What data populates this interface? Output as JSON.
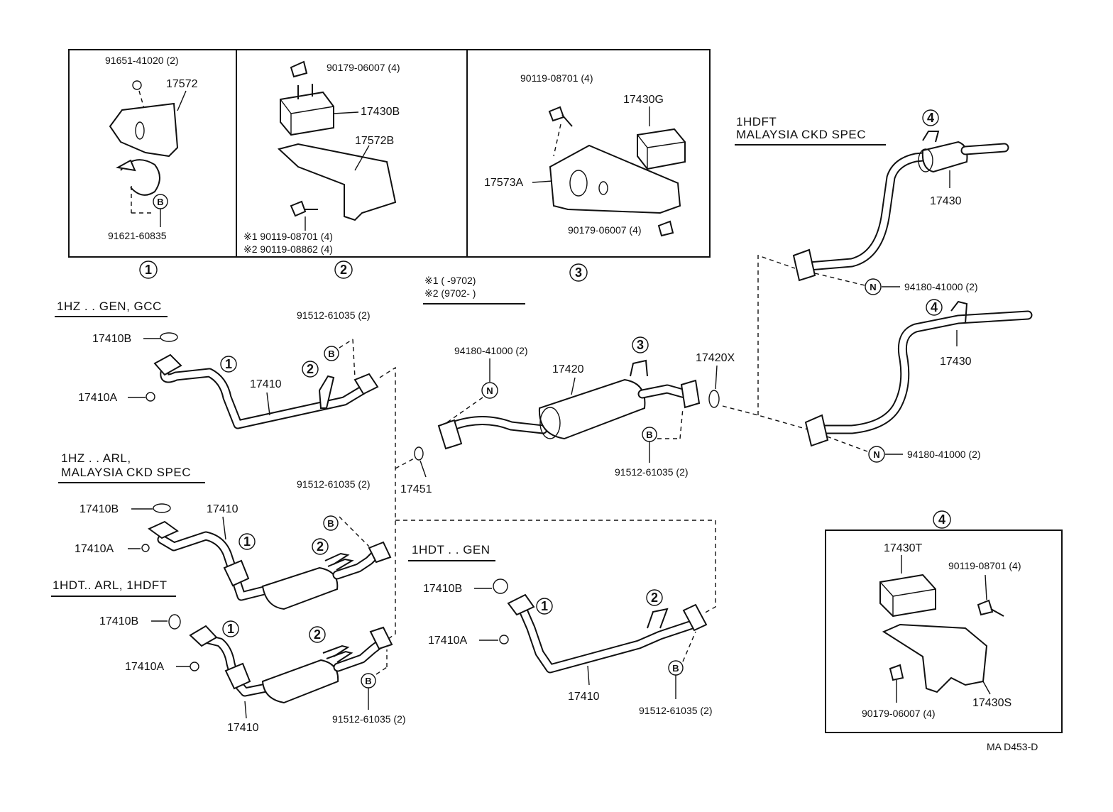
{
  "boxes": {
    "b1": {
      "num": "①",
      "part_a": "91651-41020 (2)",
      "part_b": "17572",
      "part_c": "91621-60835"
    },
    "b2": {
      "num": "②",
      "part_a": "90179-06007 (4)",
      "part_b": "17430B",
      "part_c": "17572B",
      "note1": "※1 90119-08701 (4)",
      "note2": "※2 90119-08862 (4)"
    },
    "b3": {
      "num": "③",
      "part_a": "90119-08701 (4)",
      "part_b": "17430G",
      "part_c": "17573A",
      "part_d": "90179-06007 (4)"
    },
    "b4": {
      "num": "④",
      "part_a": "17430T",
      "part_b": "90119-08701 (4)",
      "part_c": "17430S",
      "part_d": "90179-06007 (4)"
    }
  },
  "legend": {
    "line1": "※1 (      -9702)",
    "line2": "※2 (9702-      )"
  },
  "sections": {
    "s1": {
      "title": "1HZ . . GEN, GCC",
      "p1": "17410B",
      "p2": "17410A",
      "p3": "17410",
      "p4": "91512-61035 (2)"
    },
    "s2": {
      "title1": "1HZ . . ARL,",
      "title2": "MALAYSIA CKD SPEC",
      "p1": "17410B",
      "p2": "17410A",
      "p3": "17410",
      "p4": "91512-61035 (2)"
    },
    "s3": {
      "title": "1HDT.. ARL, 1HDFT",
      "p1": "17410B",
      "p2": "17410A",
      "p3": "17410",
      "p4": "91512-61035 (2)"
    },
    "s4": {
      "title": "1HDT . . GEN",
      "p1": "17410B",
      "p2": "17410A",
      "p3": "17410",
      "p4": "91512-61035 (2)"
    },
    "center": {
      "p1": "94180-41000 (2)",
      "p2": "17420",
      "p3": "17420X",
      "p4": "91512-61035 (2)",
      "p5": "17451"
    },
    "right": {
      "title1": "1HDFT",
      "title2": "MALAYSIA CKD SPEC",
      "p1": "17430",
      "p2": "94180-41000 (2)",
      "p3": "17430",
      "p4": "94180-41000 (2)"
    }
  },
  "markers": {
    "one": "1",
    "two": "2",
    "three": "3",
    "four": "4",
    "B": "B",
    "N": "N"
  },
  "footer": {
    "code": "MA  D453-D"
  }
}
